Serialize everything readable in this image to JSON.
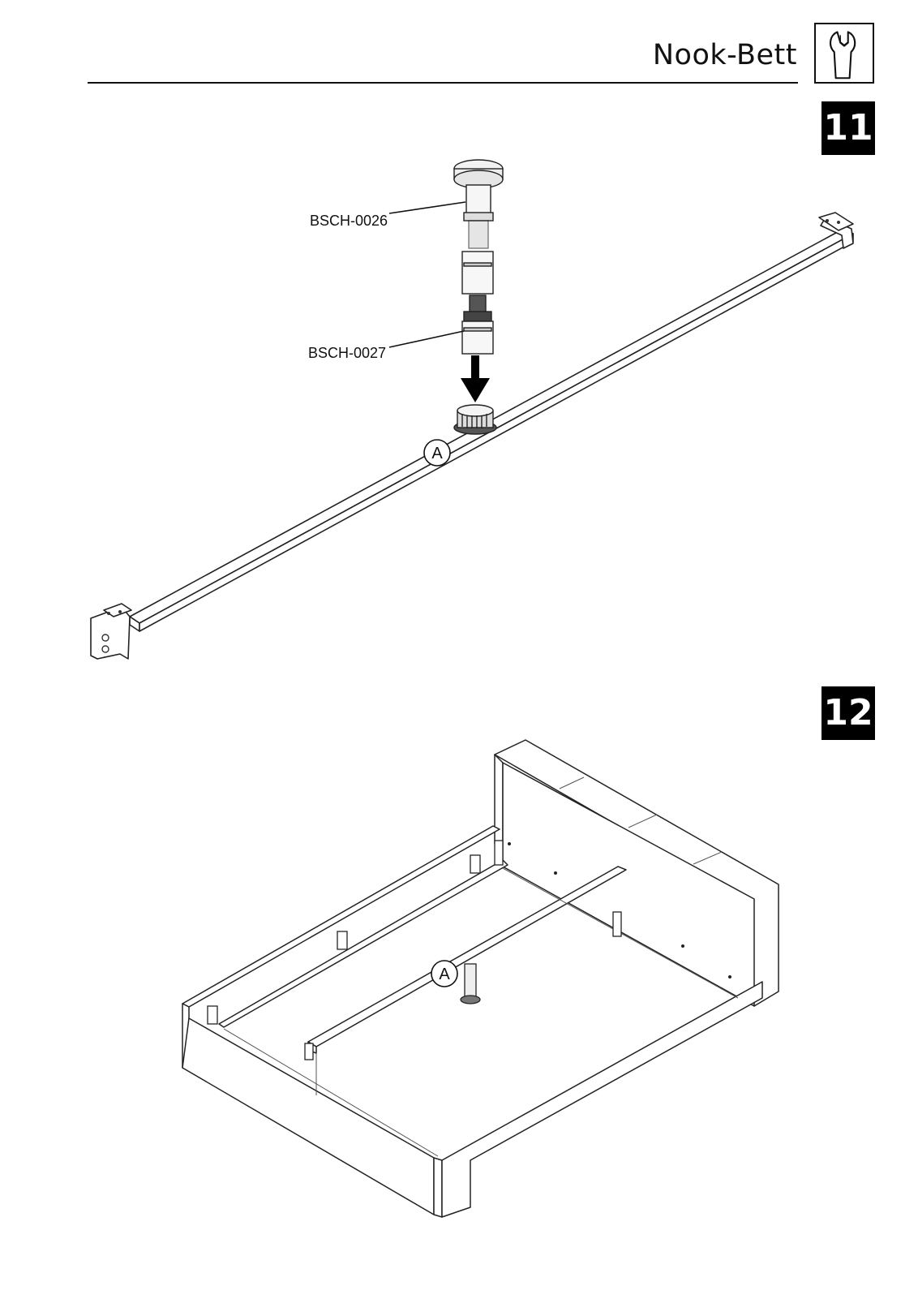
{
  "header": {
    "title": "Nook-Bett",
    "icon": "wrench-icon"
  },
  "steps": [
    {
      "number": "11",
      "parts": [
        {
          "label": "BSCH-0026"
        },
        {
          "label": "BSCH-0027"
        }
      ],
      "callout": "A"
    },
    {
      "number": "12",
      "callout": "A"
    }
  ]
}
